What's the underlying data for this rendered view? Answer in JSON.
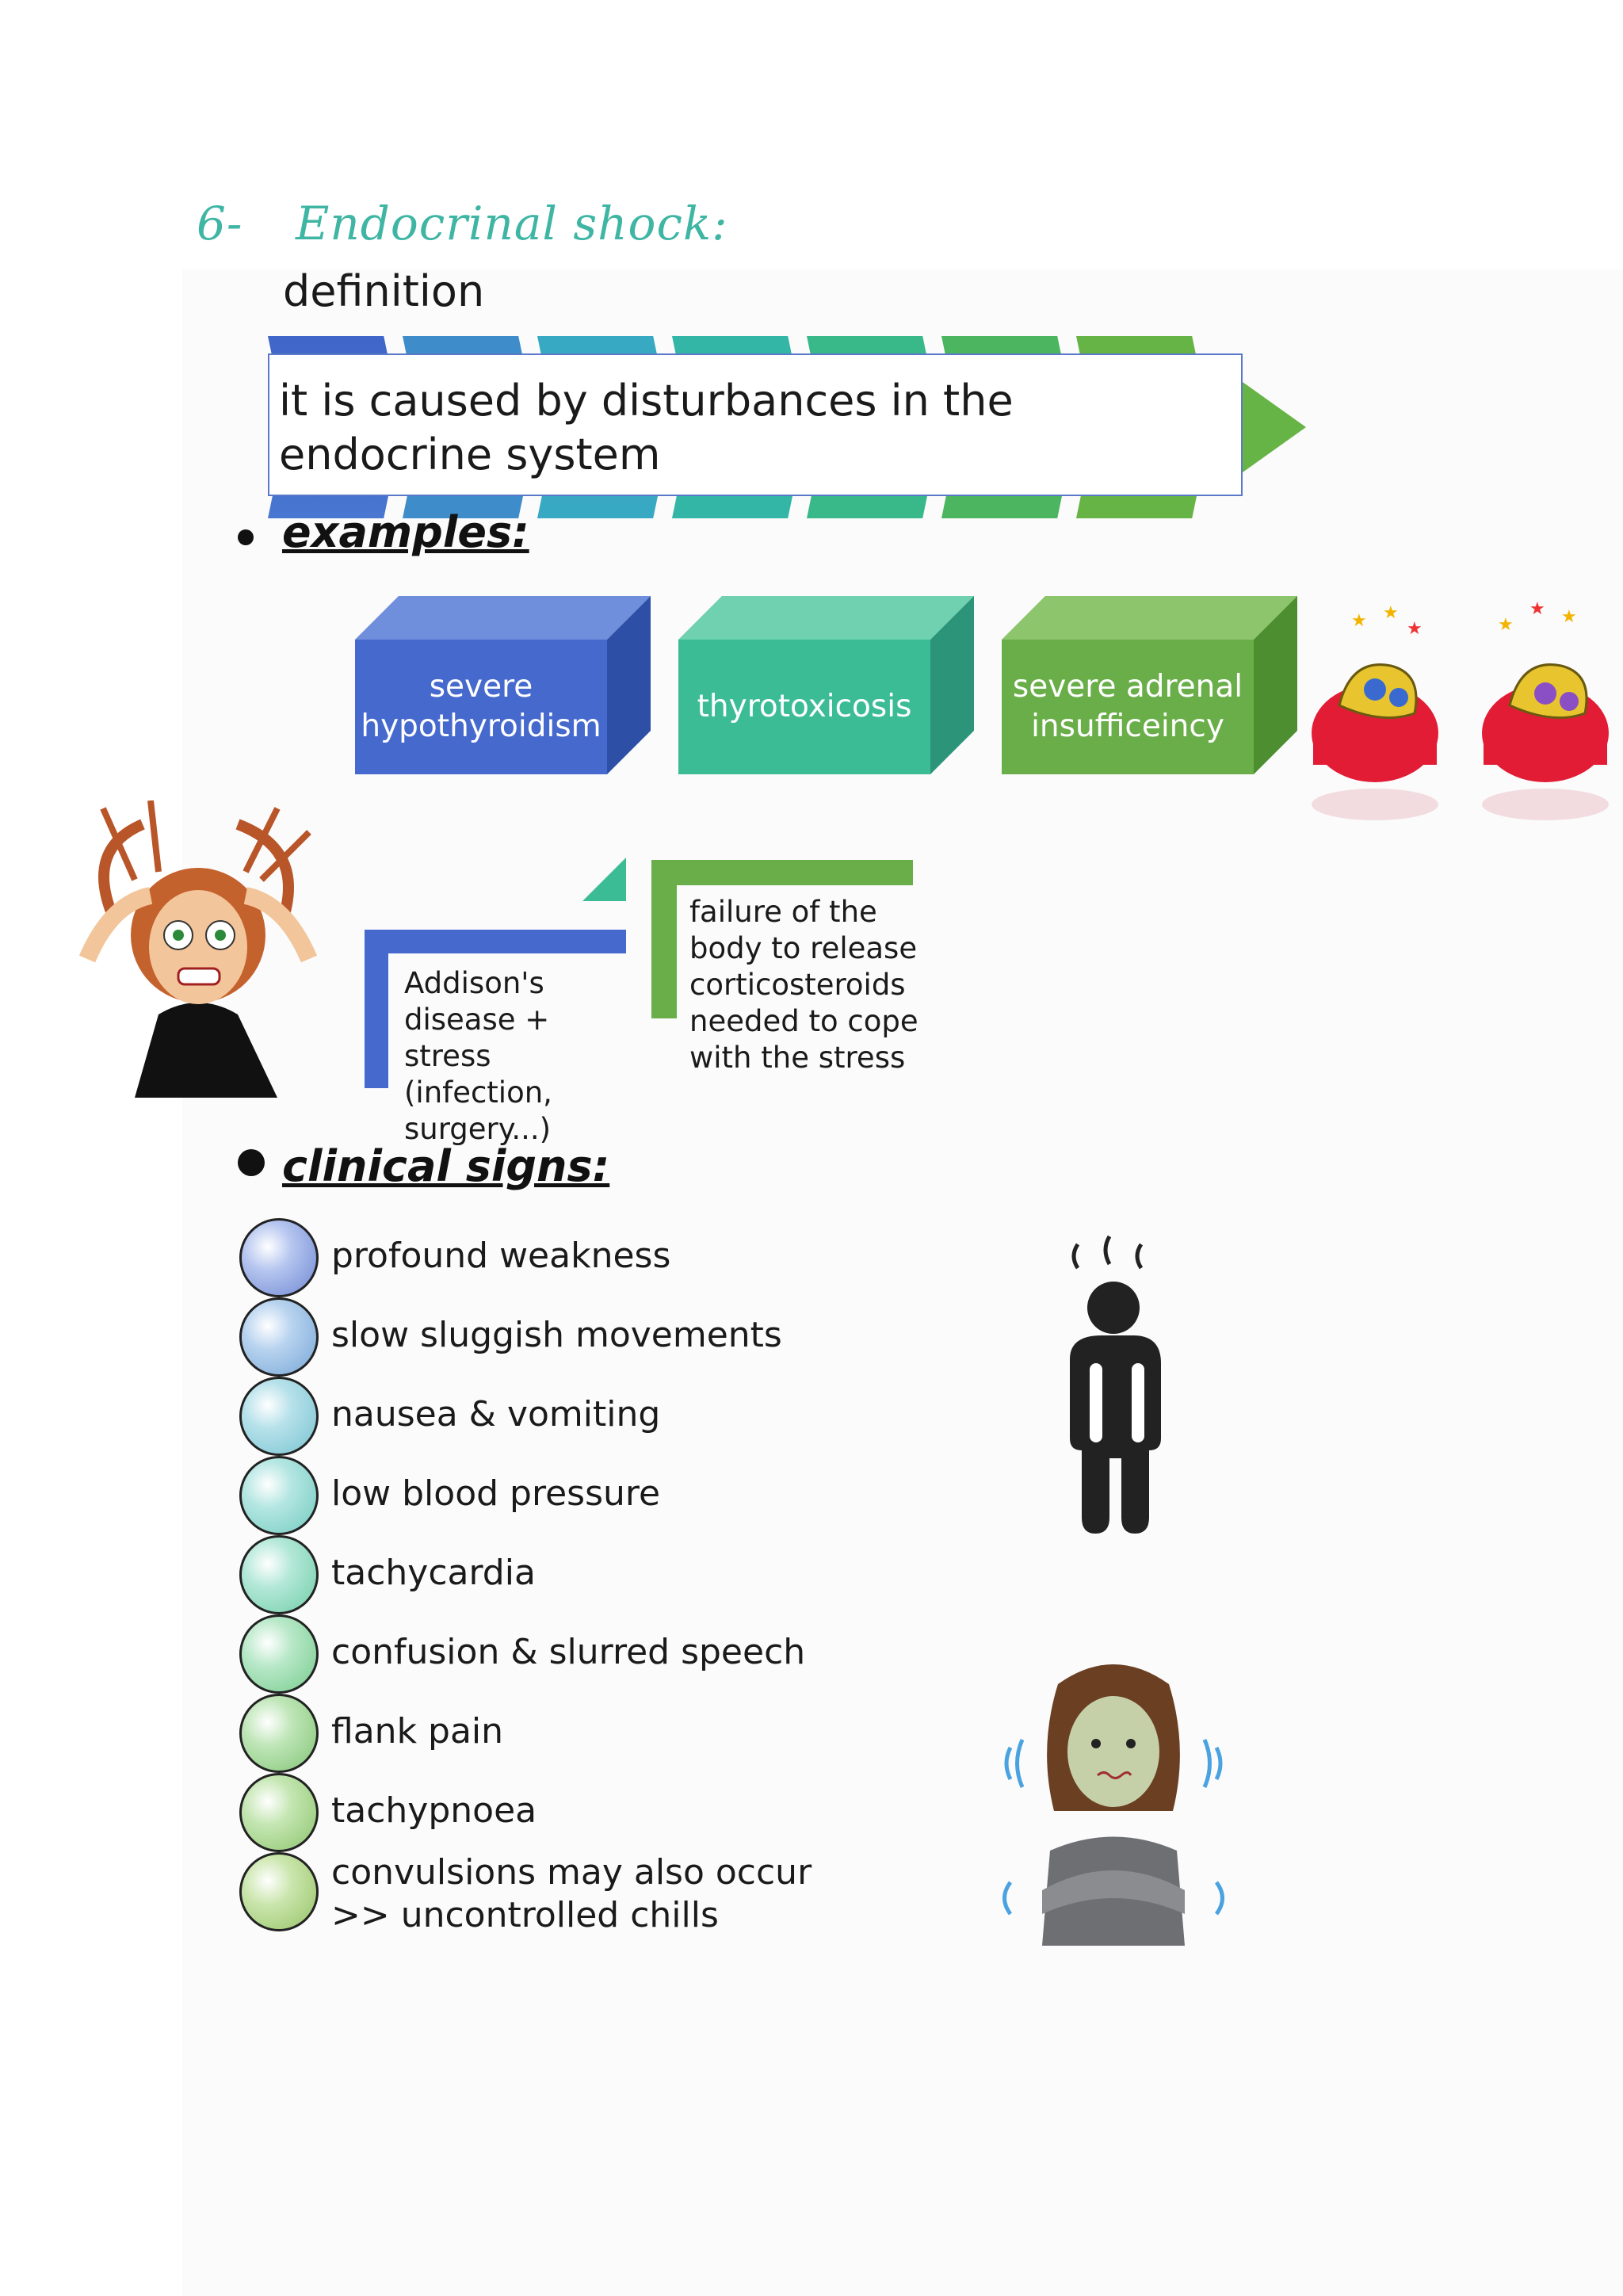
{
  "heading": {
    "number": "6-",
    "title": "Endocrinal shock:"
  },
  "definition": {
    "label": "definition",
    "text": "it is caused by disturbances in the endocrine system"
  },
  "examples": {
    "title": "examples:",
    "items": [
      "severe hypothyroidism",
      "thyrotoxicosis",
      "severe adrenal insufficeincy"
    ]
  },
  "adrenal": {
    "cause": "Addison's disease + stress (infection, surgery...)",
    "mechanism": "failure of the body to release corticosteroids needed to cope with the stress"
  },
  "clinical_signs": {
    "title": "clinical signs:",
    "items": [
      "profound weakness",
      "slow sluggish movements",
      "nausea & vomiting",
      "low blood pressure",
      "tachycardia",
      "confusion & slurred speech",
      "flank pain",
      "tachypnoea",
      "convulsions may also occur",
      ">> uncontrolled chills"
    ]
  },
  "colors": {
    "heading": "#3fb5a4",
    "blue": "#4a6fd0",
    "teal": "#3ab99a",
    "green": "#6aaf45"
  },
  "illustrations": [
    "stressed-woman-icon",
    "dizzy-toad-icon",
    "fatigued-person-icon",
    "shivering-woman-icon"
  ]
}
